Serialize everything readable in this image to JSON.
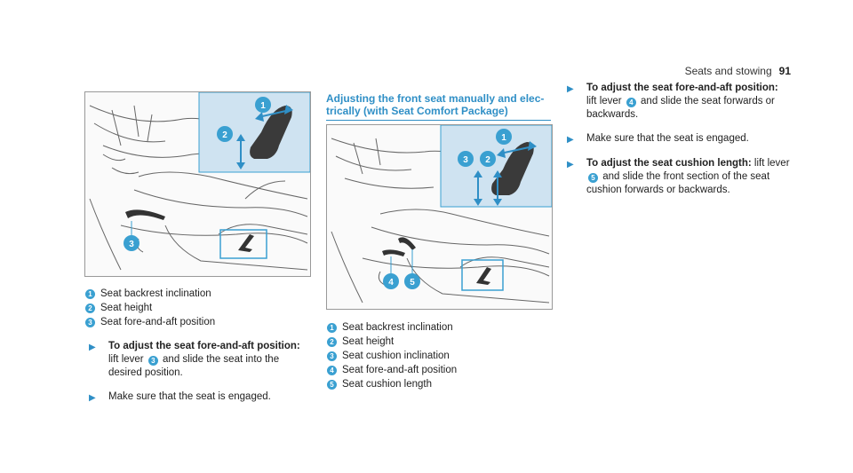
{
  "header": {
    "section": "Seats and stowing",
    "page": "91"
  },
  "left": {
    "legend": [
      {
        "n": "1",
        "text": "Seat backrest inclination"
      },
      {
        "n": "2",
        "text": "Seat height"
      },
      {
        "n": "3",
        "text": "Seat fore-and-aft position"
      }
    ],
    "step1": {
      "bold": "To adjust the seat fore-and-aft position:",
      "pre": "lift lever ",
      "lever": "3",
      "post": " and slide the seat into the desired position."
    },
    "step2": {
      "text": "Make sure that the seat is engaged."
    }
  },
  "middle": {
    "title_line1": "Adjusting the front seat manually and elec-",
    "title_line2": "trically (with Seat Comfort Package)",
    "legend": [
      {
        "n": "1",
        "text": "Seat backrest inclination"
      },
      {
        "n": "2",
        "text": "Seat height"
      },
      {
        "n": "3",
        "text": "Seat cushion inclination"
      },
      {
        "n": "4",
        "text": "Seat fore-and-aft position"
      },
      {
        "n": "5",
        "text": "Seat cushion length"
      }
    ]
  },
  "right": {
    "step1": {
      "bold": "To adjust the seat fore-and-aft position:",
      "pre": "lift lever ",
      "lever": "4",
      "post": " and slide the seat forwards or backwards."
    },
    "step2": {
      "text": "Make sure that the seat is engaged."
    },
    "step3": {
      "bold": "To adjust the seat cushion length:",
      "pre": " lift lever ",
      "lever": "5",
      "post": " and slide the front section of the seat cushion forwards or backwards."
    }
  },
  "figure1": {
    "callouts": [
      "1",
      "2",
      "3"
    ]
  },
  "figure2": {
    "callouts": [
      "1",
      "3",
      "2",
      "4",
      "5"
    ]
  },
  "colors": {
    "accent": "#3aa0d1",
    "inset_bg": "#cfe3f1",
    "title": "#2f8fc6"
  }
}
